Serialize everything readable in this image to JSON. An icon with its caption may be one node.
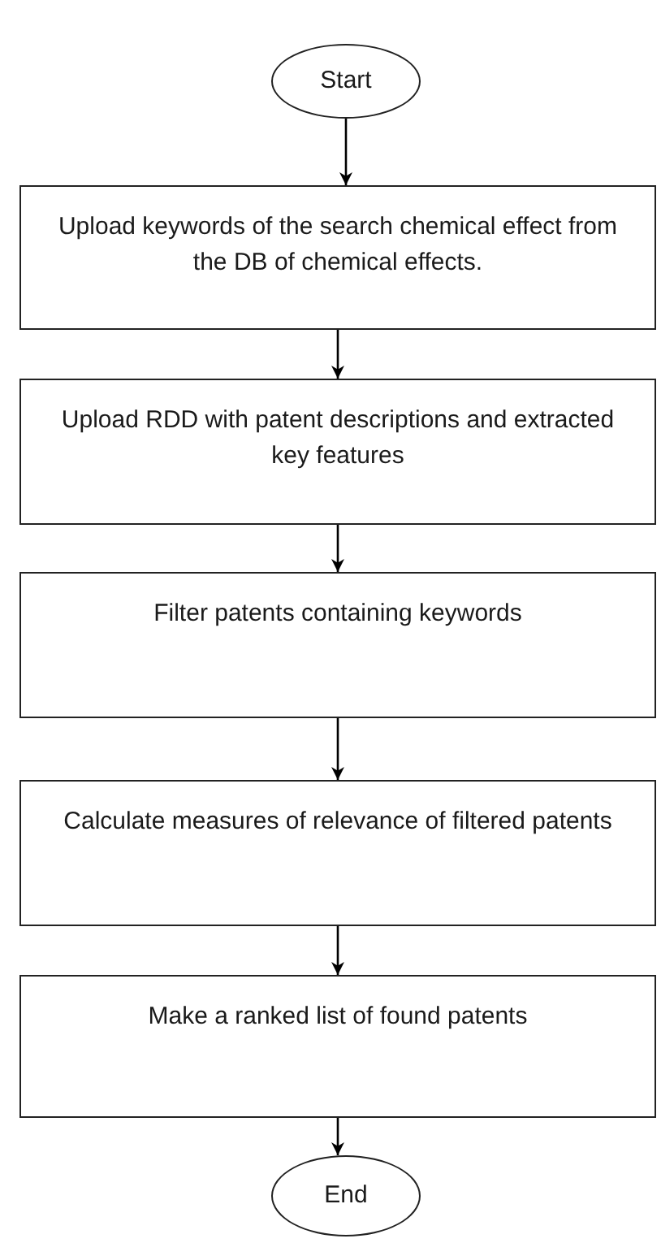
{
  "diagram": {
    "nodes": [
      {
        "text": [
          "Start"
        ]
      },
      {
        "text": [
          "Upload keywords of the search chemical effect from the DB of chemical effects."
        ]
      },
      {
        "text": [
          "Upload RDD with patent descriptions and extracted key features"
        ]
      },
      {
        "text": [
          "Filter patents containing keywords"
        ]
      },
      {
        "text": [
          "Calculate measures of relevance of filtered patents"
        ]
      },
      {
        "text": [
          "Make a ranked list of found patents"
        ]
      },
      {
        "text": [
          "End"
        ]
      }
    ],
    "edges": [
      {
        "from": 0,
        "to": 1,
        "arrow": "to"
      },
      {
        "from": 1,
        "to": 2,
        "arrow": "to"
      },
      {
        "from": 2,
        "to": 3,
        "arrow": "to"
      },
      {
        "from": 3,
        "to": 4,
        "arrow": "to"
      },
      {
        "from": 4,
        "to": 5,
        "arrow": "to"
      },
      {
        "from": 5,
        "to": 6,
        "arrow": "to"
      }
    ]
  }
}
